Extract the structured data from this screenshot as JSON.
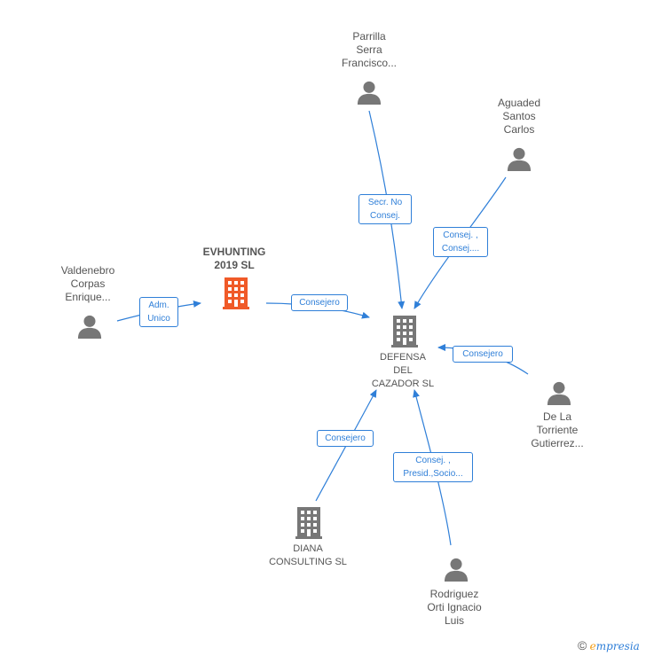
{
  "nodes": {
    "center": {
      "lines": [
        "DEFENSA",
        "DEL",
        "CAZADOR SL"
      ],
      "type": "company"
    },
    "evhunting": {
      "lines": [
        "EVHUNTING",
        "2019 SL"
      ],
      "type": "company-highlight"
    },
    "diana": {
      "lines": [
        "DIANA",
        "CONSULTING SL"
      ],
      "type": "company"
    },
    "parrilla": {
      "lines": [
        "Parrilla",
        "Serra",
        "Francisco..."
      ],
      "type": "person"
    },
    "aguaded": {
      "lines": [
        "Aguaded",
        "Santos",
        "Carlos"
      ],
      "type": "person"
    },
    "valdenebro": {
      "lines": [
        "Valdenebro",
        "Corpas",
        "Enrique..."
      ],
      "type": "person"
    },
    "delatorriente": {
      "lines": [
        "De La",
        "Torriente",
        "Gutierrez..."
      ],
      "type": "person"
    },
    "rodriguez": {
      "lines": [
        "Rodriguez",
        "Orti Ignacio",
        "Luis"
      ],
      "type": "person"
    }
  },
  "edges": {
    "parrilla": [
      "Secr. No",
      "Consej."
    ],
    "aguaded": [
      "Consej. ,",
      "Consej...."
    ],
    "valdenebro": [
      "Adm.",
      "Unico"
    ],
    "evhunting": [
      "Consejero"
    ],
    "delatorriente": [
      "Consejero"
    ],
    "diana": [
      "Consejero"
    ],
    "rodriguez": [
      "Consej. ,",
      "Presid.,Socio..."
    ]
  },
  "colors": {
    "edge": "#2f7fd8",
    "person_icon": "#777777",
    "company_icon": "#777777",
    "highlight_icon": "#f05a28"
  },
  "footer": {
    "copyright": "©",
    "brand_e": "e",
    "brand_rest": "mpresia"
  }
}
